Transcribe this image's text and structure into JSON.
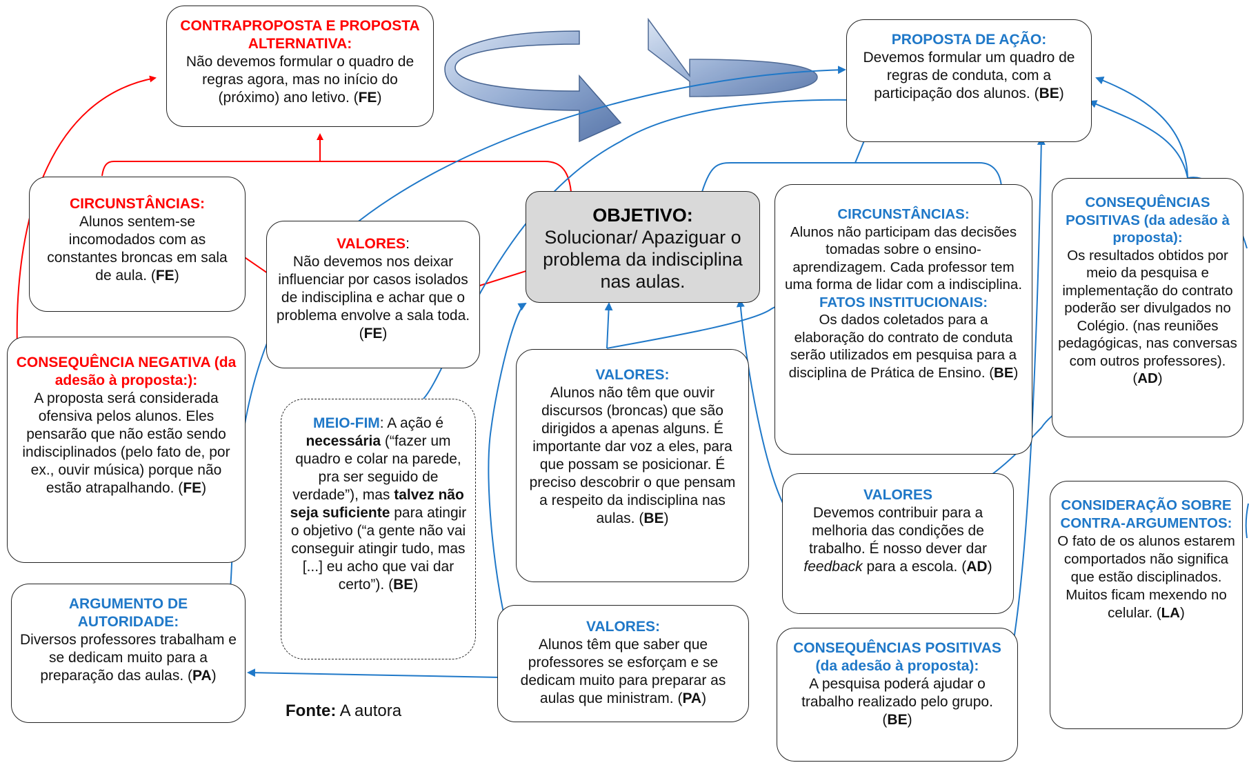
{
  "colors": {
    "red": "#ff0000",
    "blue": "#1f78c8",
    "gray_box": "#d9d9d9"
  },
  "boxes": {
    "contraproposta": {
      "title": "CONTRAPROPOSTA E PROPOSTA ALTERNATIVA:",
      "body": "Não devemos formular o quadro de regras agora, mas no início do (próximo) ano letivo. (",
      "tag": "FE",
      "close": ")"
    },
    "proposta": {
      "title": "PROPOSTA DE AÇÃO:",
      "body": "Devemos formular um quadro de regras de conduta, com a participação dos alunos. (",
      "tag": "BE",
      "close": ")"
    },
    "circ_left": {
      "title": "CIRCUNSTÂNCIAS:",
      "body": "Alunos sentem-se incomodados com as constantes broncas em sala de aula. (",
      "tag": "FE",
      "close": ")"
    },
    "valores_top": {
      "title": "VALORES",
      "colon": ":",
      "body": "Não devemos nos deixar influenciar por casos isolados de indisciplina e achar que o problema envolve a sala toda. (",
      "tag": "FE",
      "close": ")"
    },
    "objetivo": {
      "title": "OBJETIVO:",
      "body": "Solucionar/ Apaziguar o problema da indisciplina nas aulas."
    },
    "circ_right": {
      "title": "CIRCUNSTÂNCIAS:",
      "body": "Alunos não participam das decisões tomadas sobre o ensino-aprendizagem. Cada professor tem uma forma de lidar com a indisciplina.",
      "title2": "FATOS INSTITUCIONAIS:",
      "body2": "Os dados coletados para a elaboração do contrato de conduta serão utilizados em pesquisa para a disciplina de Prática de Ensino. (",
      "tag": "BE",
      "close": ")"
    },
    "cons_pos_right": {
      "title": "CONSEQUÊNCIAS POSITIVAS (da adesão à proposta):",
      "body": "Os resultados obtidos por meio da pesquisa e implementação do contrato poderão ser divulgados no Colégio. (nas reuniões pedagógicas, nas conversas com outros professores). (",
      "tag": "AD",
      "close": ")"
    },
    "cons_neg": {
      "title": "CONSEQUÊNCIA NEGATIVA (da adesão à proposta:):",
      "body": "A proposta será considerada ofensiva pelos alunos. Eles pensarão que não estão sendo indisciplinados (pelo fato de, por ex., ouvir música) porque não estão atrapalhando. (",
      "tag": "FE",
      "close": ")"
    },
    "meio_fim": {
      "title": "MEIO-FIM",
      "p1": ": A ação é ",
      "b1": "necessária",
      "p2": " (“fazer um quadro e colar na parede, pra ser seguido de verdade”), mas ",
      "b2": "talvez não seja suficiente",
      "p3": " para atingir o objetivo (“a gente não vai conseguir atingir tudo, mas [...] eu acho que vai dar certo”). (",
      "tag": "BE",
      "close": ")"
    },
    "valores_mid": {
      "title": "VALORES:",
      "body": "Alunos não têm que ouvir discursos (broncas) que são dirigidos a apenas alguns. É importante dar voz a eles, para que possam se posicionar. É preciso descobrir o que pensam a respeito da indisciplina nas aulas. (",
      "tag": "BE",
      "close": ")"
    },
    "valores_right": {
      "title": "VALORES",
      "body_a": "Devemos contribuir para a melhoria das condições de trabalho. É nosso dever dar ",
      "italic": "feedback",
      "body_b": " para a escola. (",
      "tag": "AD",
      "close": ")"
    },
    "consideracao": {
      "title": "CONSIDERAÇÃO SOBRE CONTRA-ARGUMENTOS:",
      "body": "O fato de os alunos estarem comportados não significa que estão disciplinados. Muitos ficam mexendo no celular. (",
      "tag": "LA",
      "close": ")"
    },
    "argumento": {
      "title": "ARGUMENTO DE AUTORIDADE:",
      "body": "Diversos professores trabalham e se dedicam muito para a preparação das aulas. (",
      "tag": "PA",
      "close": ")"
    },
    "valores_bottom": {
      "title": "VALORES:",
      "body": "Alunos têm que saber que professores se esforçam e se dedicam muito para preparar as aulas que ministram. (",
      "tag": "PA",
      "close": ")"
    },
    "cons_pos_bottom": {
      "title": "CONSEQUÊNCIAS POSITIVAS (da adesão à proposta):",
      "body": "A pesquisa poderá ajudar o trabalho realizado pelo grupo. (",
      "tag": "BE",
      "close": ")"
    }
  },
  "fonte": {
    "label": "Fonte:",
    "text": " A autora"
  }
}
